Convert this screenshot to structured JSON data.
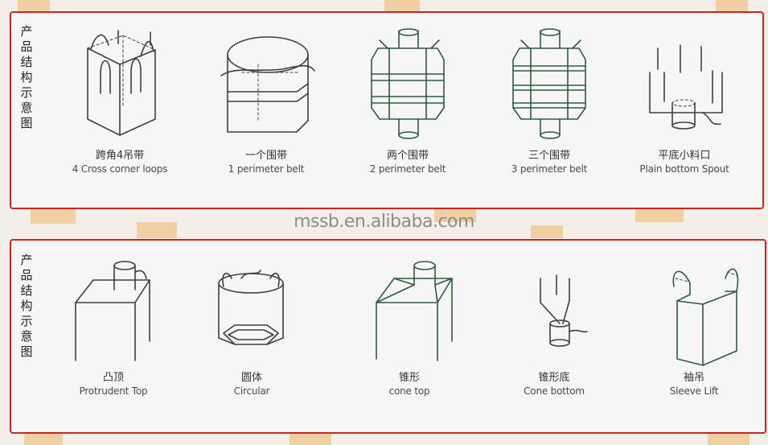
{
  "top_row": {
    "side_title": "产品结构示意图",
    "items": [
      {
        "zh": "跨角4吊带",
        "en": "4 Cross corner loops",
        "icon": "cross-corner-loops-bag-icon"
      },
      {
        "zh": "一个围带",
        "en": "1 perimeter belt",
        "icon": "one-perimeter-belt-bag-icon"
      },
      {
        "zh": "两个围带",
        "en": "2 perimeter belt",
        "icon": "two-perimeter-belt-bag-icon"
      },
      {
        "zh": "三个围带",
        "en": "3 perimeter belt",
        "icon": "three-perimeter-belt-bag-icon"
      },
      {
        "zh": "平底小料口",
        "en": "Plain bottom Spout",
        "icon": "plain-bottom-spout-bag-icon"
      }
    ]
  },
  "watermark": "mssb.en.alibaba.com",
  "bottom_row": {
    "side_title": "产品结构示意图",
    "items": [
      {
        "zh": "凸顶",
        "en": "Protrudent Top",
        "icon": "protrudent-top-bag-icon"
      },
      {
        "zh": "圆体",
        "en": "Circular",
        "icon": "circular-bag-icon"
      },
      {
        "zh": "锥形",
        "en": "cone top",
        "icon": "cone-top-bag-icon"
      },
      {
        "zh": "锥形底",
        "en": "Cone bottom",
        "icon": "cone-bottom-bag-icon"
      },
      {
        "zh": "袖吊",
        "en": "Sleeve Lift",
        "icon": "sleeve-lift-bag-icon"
      }
    ]
  },
  "colors": {
    "frame": "#c8281f",
    "line": "#3e3e3e",
    "line_green": "#2f5a3f",
    "tape": "#f0cfa3"
  }
}
